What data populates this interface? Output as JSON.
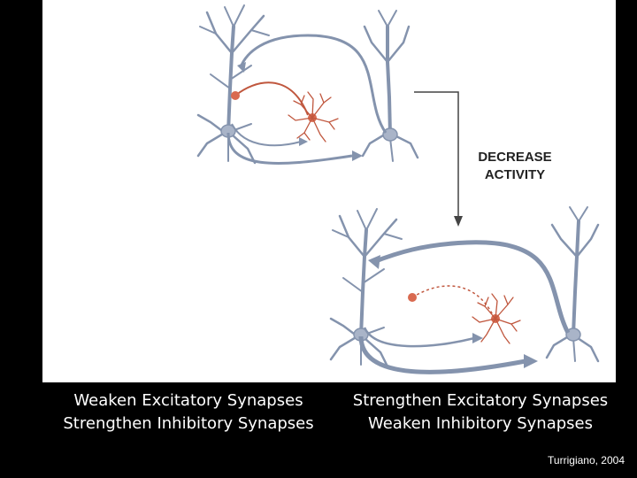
{
  "diagram": {
    "label_line1": "DECREASE",
    "label_line2": "ACTIVITY"
  },
  "captions": {
    "left_line1": "Weaken Excitatory Synapses",
    "left_line2": "Strengthen Inhibitory Synapses",
    "right_line1": "Strengthen Excitatory Synapses",
    "right_line2": "Weaken Inhibitory Synapses"
  },
  "credit": "Turrigiano, 2004",
  "colors": {
    "neuron_fill": "#a9b4c8",
    "neuron_stroke": "#8493ad",
    "interneuron": "#c0573e",
    "background": "#000000",
    "panel": "#ffffff"
  }
}
